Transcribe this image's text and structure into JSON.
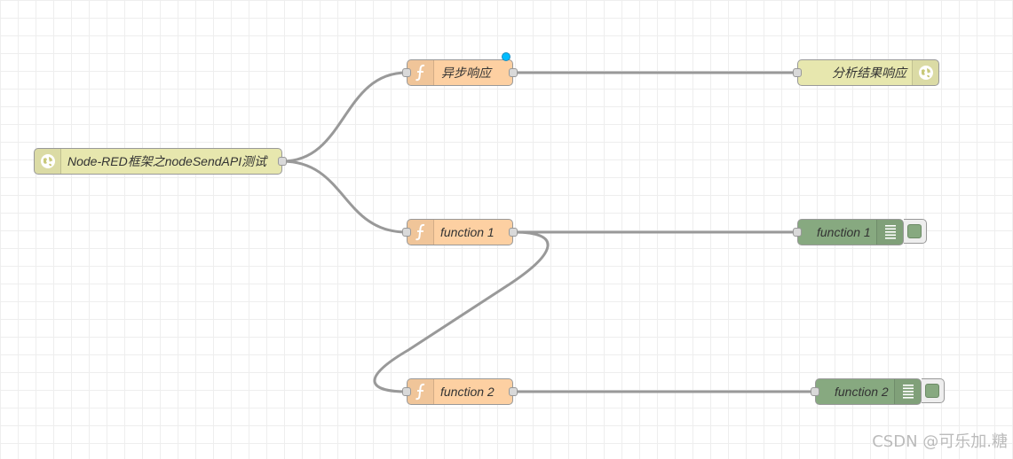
{
  "nodes": {
    "http_in": {
      "label": "Node-RED框架之nodeSendAPI测试",
      "icon": "globe-icon",
      "color": "#e7e7ae"
    },
    "async_fn": {
      "label": "异步响应",
      "icon": "function-icon",
      "color": "#fdd0a2",
      "changed": true
    },
    "http_response": {
      "label": "分析结果响应",
      "icon": "globe-icon",
      "color": "#e7e7ae"
    },
    "function1": {
      "label": "function 1",
      "icon": "function-icon",
      "color": "#fdd0a2"
    },
    "function2": {
      "label": "function 2",
      "icon": "function-icon",
      "color": "#fdd0a2"
    },
    "debug1": {
      "label": "function 1",
      "icon": "debug-list-icon",
      "color": "#87a980"
    },
    "debug2": {
      "label": "function 2",
      "icon": "debug-list-icon",
      "color": "#87a980"
    }
  },
  "watermark": "CSDN @可乐加.糖",
  "colors": {
    "wire": "#999999",
    "grid": "#eeeeee",
    "changed_indicator": "#00bcff"
  }
}
